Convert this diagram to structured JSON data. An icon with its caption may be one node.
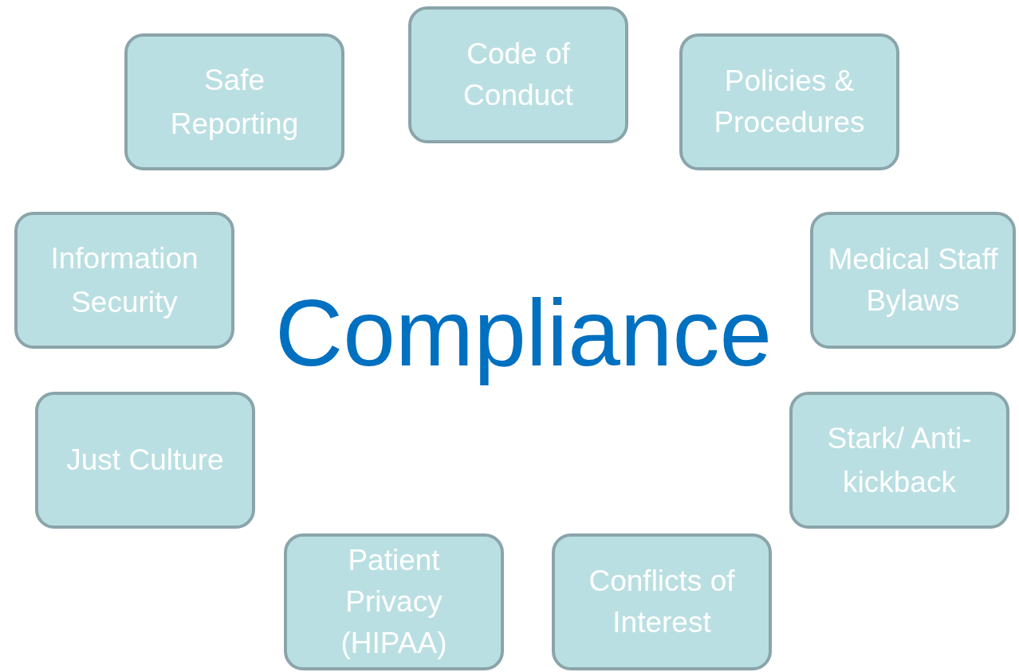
{
  "diagram": {
    "nodes": [
      {
        "text": [
          "Safe Reporting"
        ]
      },
      {
        "text": [
          "Code of Conduct"
        ]
      },
      {
        "text": [
          "Policies & Procedures"
        ]
      },
      {
        "text": [
          "Information Security"
        ]
      },
      {
        "text": [
          "Medical Staff Bylaws"
        ]
      },
      {
        "text": [
          "Just Culture"
        ]
      },
      {
        "text": [
          "Stark/ Anti-kickback"
        ]
      },
      {
        "text": [
          "Patient Privacy (HIPAA)"
        ]
      },
      {
        "text": [
          "Conflicts of Interest"
        ]
      }
    ],
    "edges": [],
    "labels": [
      "Compliance"
    ]
  }
}
